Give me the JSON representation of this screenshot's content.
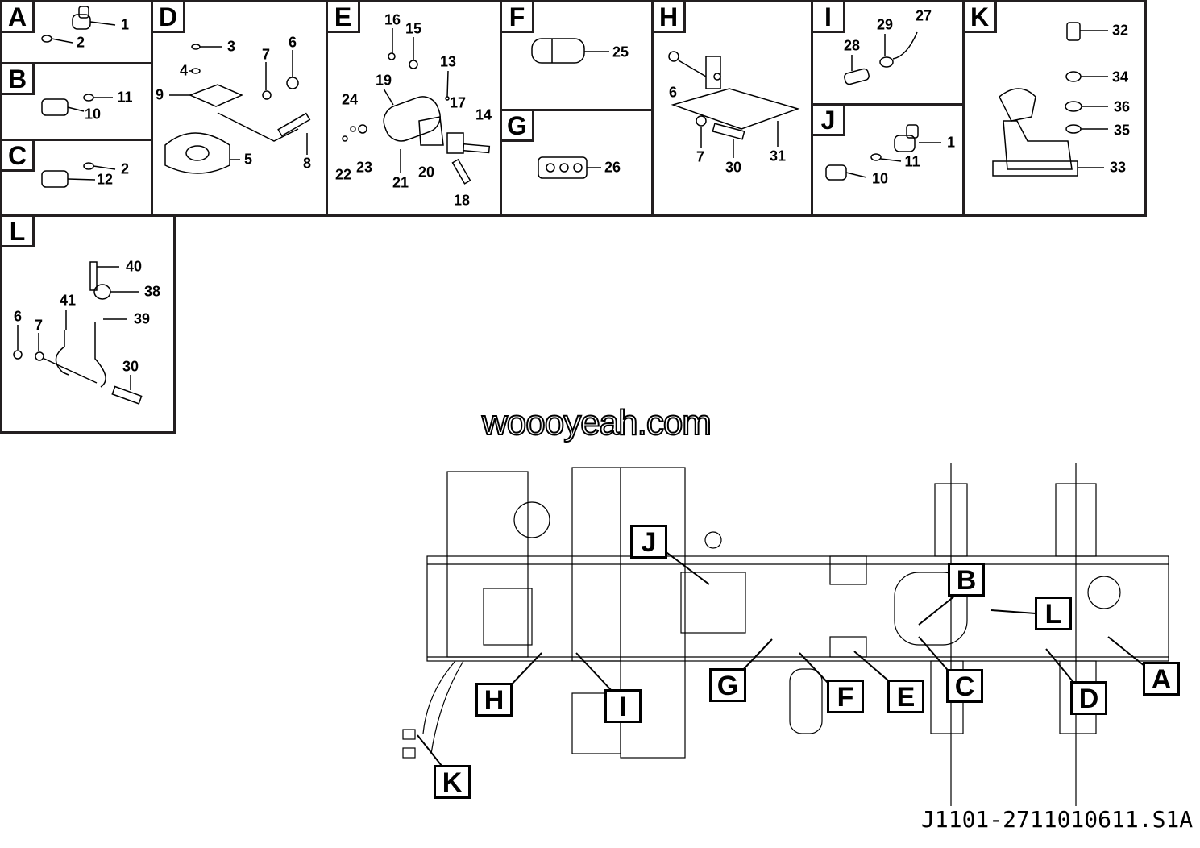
{
  "panels": {
    "A": {
      "letter": "A",
      "parts": [
        "1",
        "2"
      ]
    },
    "B": {
      "letter": "B",
      "parts": [
        "11",
        "10"
      ]
    },
    "C": {
      "letter": "C",
      "parts": [
        "2",
        "12"
      ]
    },
    "D": {
      "letter": "D",
      "parts": [
        "3",
        "6",
        "7",
        "4",
        "9",
        "5",
        "8"
      ]
    },
    "E": {
      "letter": "E",
      "parts": [
        "16",
        "15",
        "13",
        "19",
        "24",
        "17",
        "14",
        "22",
        "23",
        "21",
        "20",
        "18"
      ]
    },
    "F": {
      "letter": "F",
      "parts": [
        "25"
      ]
    },
    "G": {
      "letter": "G",
      "parts": [
        "26"
      ]
    },
    "H": {
      "letter": "H",
      "parts": [
        "6",
        "7",
        "30",
        "31"
      ]
    },
    "I": {
      "letter": "I",
      "parts": [
        "27",
        "29",
        "28"
      ]
    },
    "J": {
      "letter": "J",
      "parts": [
        "1",
        "11",
        "10"
      ]
    },
    "K": {
      "letter": "K",
      "parts": [
        "32",
        "34",
        "36",
        "35",
        "33"
      ]
    },
    "L": {
      "letter": "L",
      "parts": [
        "40",
        "38",
        "41",
        "39",
        "6",
        "7",
        "30"
      ]
    }
  },
  "callouts": [
    "J",
    "B",
    "L",
    "A",
    "H",
    "I",
    "G",
    "F",
    "E",
    "C",
    "D",
    "K"
  ],
  "watermark": "woooyeah.com",
  "drawing_code": "J1101-2711010611.S1A"
}
